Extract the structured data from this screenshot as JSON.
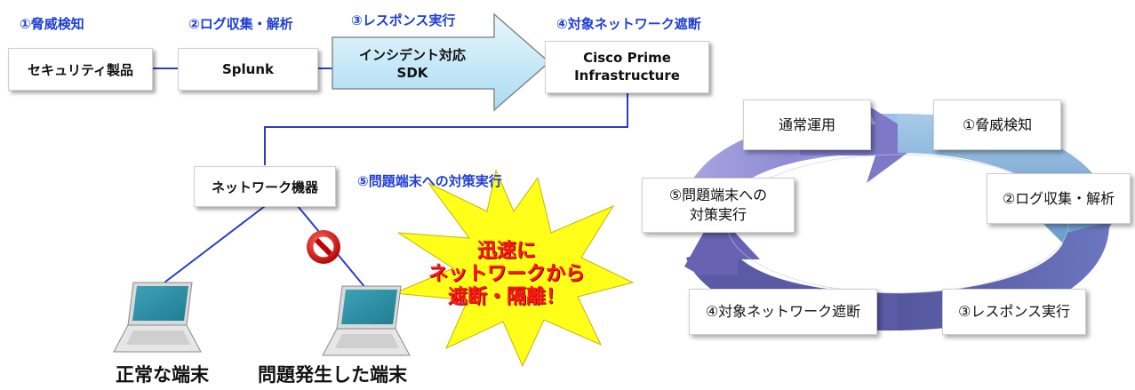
{
  "flow": {
    "step1": "①脅威検知",
    "step2": "②ログ収集・解析",
    "step3": "③レスポンス実行",
    "step4": "④対象ネットワーク遮断",
    "step5": "⑤問題端末への対策実行",
    "box_security": "セキュリティ製品",
    "box_splunk": "Splunk",
    "box_sdk_line1": "インシデント対応",
    "box_sdk_line2": "SDK",
    "box_cisco_line1": "Cisco Prime",
    "box_cisco_line2": "Infrastructure",
    "box_network": "ネットワーク機器"
  },
  "devices": {
    "normal": "正常な端末",
    "problem": "問題発生した端末"
  },
  "burst": {
    "line1": "迅速に",
    "line2": "ネットワークから",
    "line3": "遮断・隔離！"
  },
  "cycle": {
    "normal_ops": "通常運用",
    "detect": "①脅威検知",
    "collect": "②ログ収集・解析",
    "response": "③レスポンス実行",
    "isolate": "④対象ネットワーク遮断",
    "action_line1": "⑤問題端末への",
    "action_line2": "対策実行"
  },
  "colors": {
    "step_text": "#1f3fd6",
    "connector": "#2a3fbf",
    "arrow_fill": "#bfe6f6",
    "burst_fill": "#ffff1a",
    "burst_text": "#ff1a1a",
    "ring_purple": "#8f8fd0",
    "ring_blue": "#7aaed6",
    "prohibit": "#cc1010"
  },
  "icons": [
    "prohibition-icon",
    "laptop-icon"
  ]
}
